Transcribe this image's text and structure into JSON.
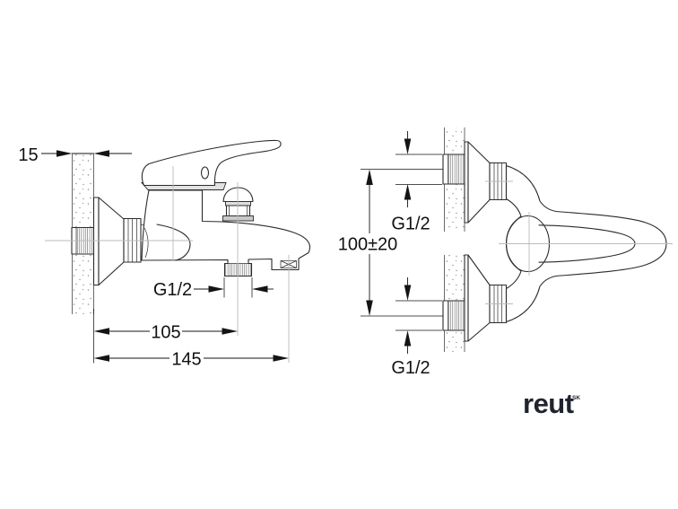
{
  "side_view": {
    "wall_thickness": "15",
    "outlet_thread_label": "G1/2",
    "dim_wall_to_outlet": "105",
    "dim_wall_to_spout_end": "145"
  },
  "front_view": {
    "top_thread_label": "G1/2",
    "connection_spacing": "100±20",
    "bottom_thread_label": "G1/2"
  },
  "logo": {
    "text": "reut",
    "mark": "SK"
  },
  "colors": {
    "line": "#2b2b2b",
    "dimension": "#141414",
    "centerline": "#b7bcbf",
    "logo": "#20242f",
    "background": "#ffffff"
  }
}
